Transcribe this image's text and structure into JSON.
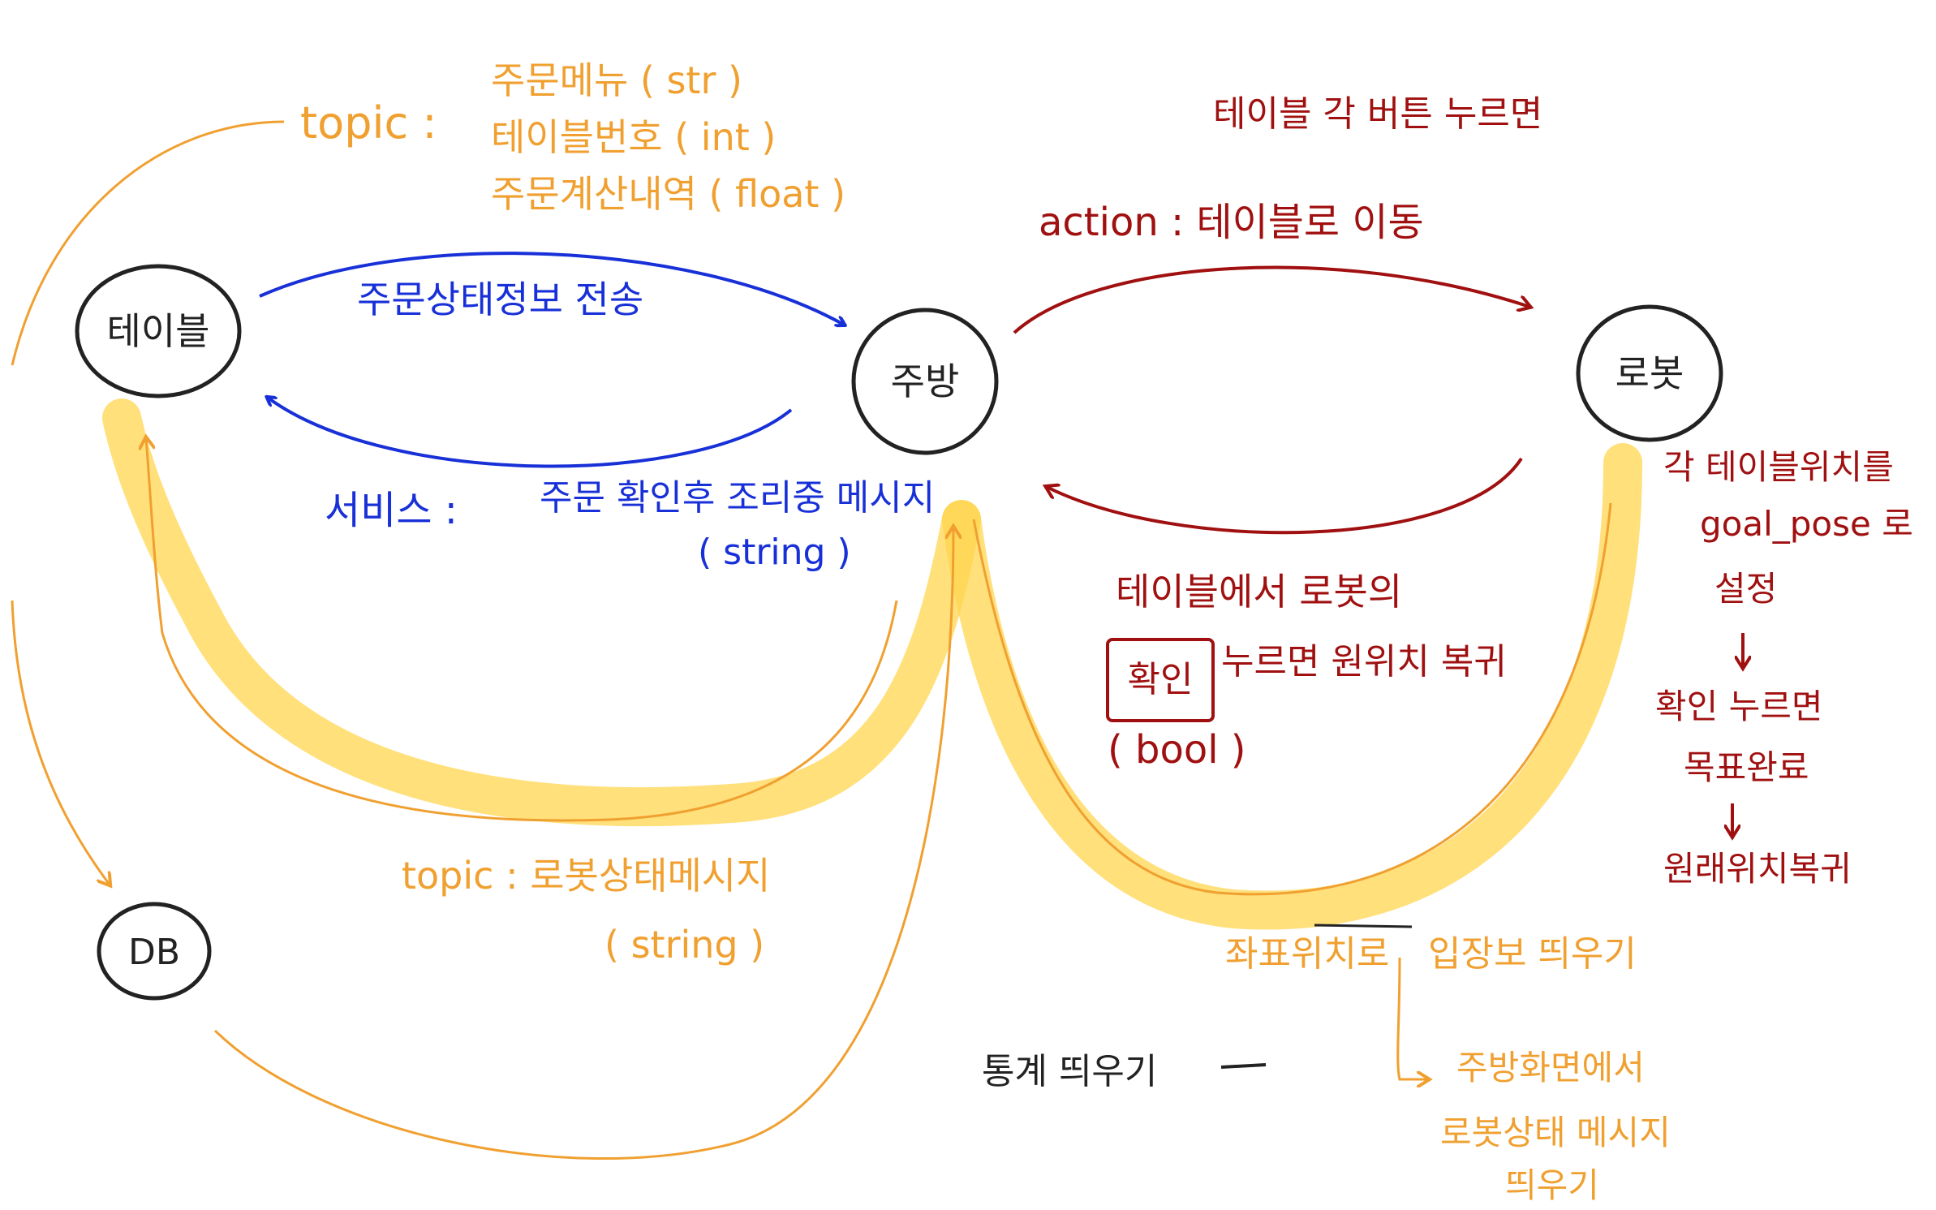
{
  "colors": {
    "orange": "#F0A030",
    "blue": "#1830D8",
    "red": "#A01010",
    "black": "#222222",
    "highlight": "#FFD54F"
  },
  "nodes": {
    "table": "테이블",
    "kitchen": "주방",
    "robot": "로봇",
    "db": "DB"
  },
  "topic_table": {
    "prefix": "topic :",
    "line1": "주문메뉴 ( str )",
    "line2": "테이블번호 ( int )",
    "line3": "주문계산내역 ( float )"
  },
  "blue_top": "주문상태정보 전송",
  "blue_service": {
    "prefix": "서비스 :",
    "line1": "주문 확인후 조리중 메시지",
    "line2": "( string )"
  },
  "red_top": {
    "line1": "테이블 각 버튼 누르면",
    "line2": "action : 테이블로 이동"
  },
  "red_mid": {
    "line1": "테이블에서   로봇의",
    "boxed": "확인",
    "line2_rest": "누르면  원위치 복귀",
    "line3": "( bool )"
  },
  "red_right": {
    "line1": "각 테이블위치를",
    "line2": "goal_pose 로",
    "line3": "설정",
    "line4": "확인 누르면",
    "line5": "목표완료",
    "line6": "원래위치복귀"
  },
  "topic_robot": {
    "line1": "topic : 로봇상태메시지",
    "line2": "( string )"
  },
  "bottom_orange": {
    "left": "좌표위치로",
    "right": "입장보 띄우기",
    "kitchen_line": "주방화면에서",
    "robot_msg1": "로봇상태 메시지",
    "robot_msg2": "띄우기"
  },
  "stats": "통계 띄우기"
}
